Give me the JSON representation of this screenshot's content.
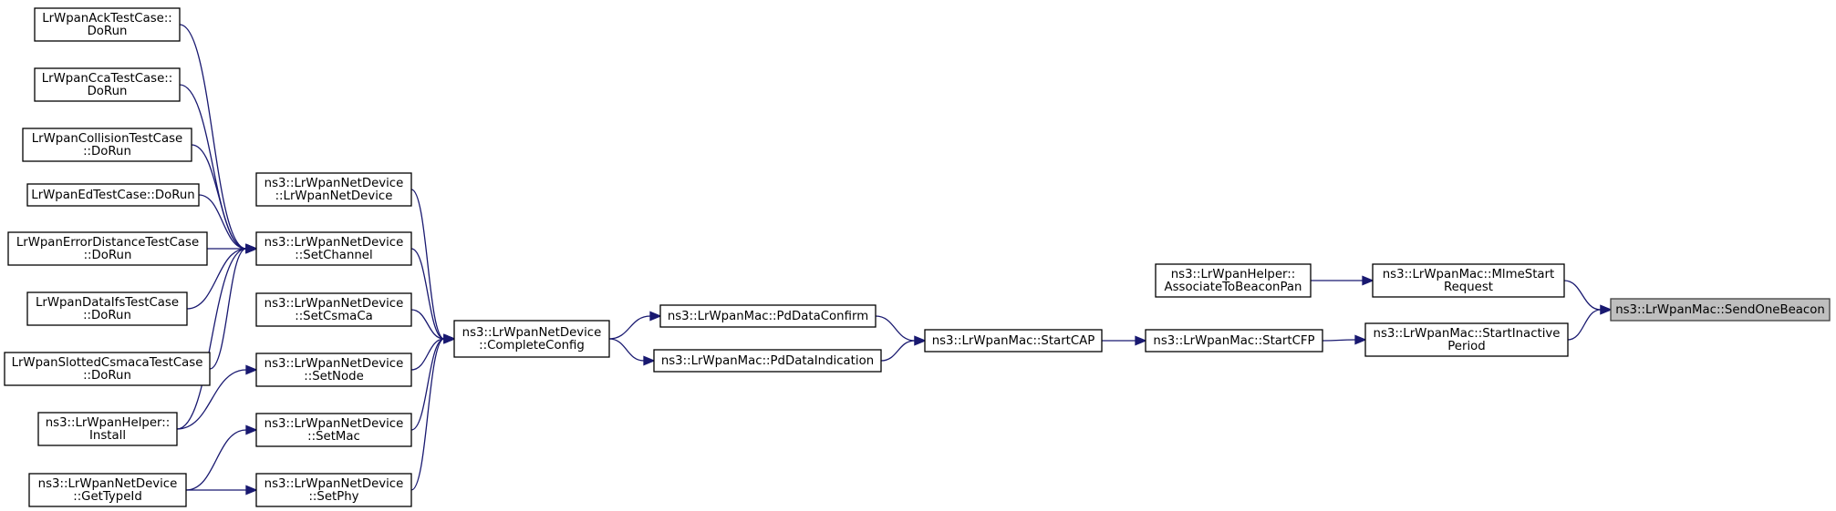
{
  "graph": {
    "nodes": [
      {
        "id": "sendonebeacon",
        "lines": [
          "ns3::LrWpanMac::SendOneBeacon"
        ],
        "root": true
      },
      {
        "id": "mlmestart",
        "lines": [
          "ns3::LrWpanMac::MlmeStart",
          "Request"
        ]
      },
      {
        "id": "startinactive",
        "lines": [
          "ns3::LrWpanMac::StartInactive",
          "Period"
        ]
      },
      {
        "id": "associate",
        "lines": [
          "ns3::LrWpanHelper::",
          "AssociateToBeaconPan"
        ]
      },
      {
        "id": "startcfp",
        "lines": [
          "ns3::LrWpanMac::StartCFP"
        ]
      },
      {
        "id": "startcap",
        "lines": [
          "ns3::LrWpanMac::StartCAP"
        ]
      },
      {
        "id": "pddataconfirm",
        "lines": [
          "ns3::LrWpanMac::PdDataConfirm"
        ]
      },
      {
        "id": "pddataindication",
        "lines": [
          "ns3::LrWpanMac::PdDataIndication"
        ]
      },
      {
        "id": "completeconfig",
        "lines": [
          "ns3::LrWpanNetDevice",
          "::CompleteConfig"
        ]
      },
      {
        "id": "ctor",
        "lines": [
          "ns3::LrWpanNetDevice",
          "::LrWpanNetDevice"
        ]
      },
      {
        "id": "setchannel",
        "lines": [
          "ns3::LrWpanNetDevice",
          "::SetChannel"
        ]
      },
      {
        "id": "setcsmaca",
        "lines": [
          "ns3::LrWpanNetDevice",
          "::SetCsmaCa"
        ]
      },
      {
        "id": "setnode",
        "lines": [
          "ns3::LrWpanNetDevice",
          "::SetNode"
        ]
      },
      {
        "id": "setmac",
        "lines": [
          "ns3::LrWpanNetDevice",
          "::SetMac"
        ]
      },
      {
        "id": "setphy",
        "lines": [
          "ns3::LrWpanNetDevice",
          "::SetPhy"
        ]
      },
      {
        "id": "acktest",
        "lines": [
          "LrWpanAckTestCase::",
          "DoRun"
        ]
      },
      {
        "id": "ccatest",
        "lines": [
          "LrWpanCcaTestCase::",
          "DoRun"
        ]
      },
      {
        "id": "collisiontest",
        "lines": [
          "LrWpanCollisionTestCase",
          "::DoRun"
        ]
      },
      {
        "id": "edtest",
        "lines": [
          "LrWpanEdTestCase::DoRun"
        ]
      },
      {
        "id": "errordisttest",
        "lines": [
          "LrWpanErrorDistanceTestCase",
          "::DoRun"
        ]
      },
      {
        "id": "dataifstest",
        "lines": [
          "LrWpanDataIfsTestCase",
          "::DoRun"
        ]
      },
      {
        "id": "slottedtest",
        "lines": [
          "LrWpanSlottedCsmacaTestCase",
          "::DoRun"
        ]
      },
      {
        "id": "helperinstall",
        "lines": [
          "ns3::LrWpanHelper::",
          "Install"
        ]
      },
      {
        "id": "gettypeid",
        "lines": [
          "ns3::LrWpanNetDevice",
          "::GetTypeId"
        ]
      }
    ],
    "edges": [
      {
        "from": "mlmestart",
        "to": "sendonebeacon"
      },
      {
        "from": "startinactive",
        "to": "sendonebeacon"
      },
      {
        "from": "associate",
        "to": "mlmestart"
      },
      {
        "from": "startcfp",
        "to": "startinactive"
      },
      {
        "from": "startcap",
        "to": "startcfp"
      },
      {
        "from": "pddataconfirm",
        "to": "startcap"
      },
      {
        "from": "pddataindication",
        "to": "startcap"
      },
      {
        "from": "completeconfig",
        "to": "pddataconfirm"
      },
      {
        "from": "completeconfig",
        "to": "pddataindication"
      },
      {
        "from": "ctor",
        "to": "completeconfig"
      },
      {
        "from": "setchannel",
        "to": "completeconfig"
      },
      {
        "from": "setcsmaca",
        "to": "completeconfig"
      },
      {
        "from": "setnode",
        "to": "completeconfig"
      },
      {
        "from": "setmac",
        "to": "completeconfig"
      },
      {
        "from": "setphy",
        "to": "completeconfig"
      },
      {
        "from": "acktest",
        "to": "setchannel"
      },
      {
        "from": "ccatest",
        "to": "setchannel"
      },
      {
        "from": "collisiontest",
        "to": "setchannel"
      },
      {
        "from": "edtest",
        "to": "setchannel"
      },
      {
        "from": "errordisttest",
        "to": "setchannel"
      },
      {
        "from": "dataifstest",
        "to": "setchannel"
      },
      {
        "from": "slottedtest",
        "to": "setchannel"
      },
      {
        "from": "helperinstall",
        "to": "setchannel"
      },
      {
        "from": "helperinstall",
        "to": "setnode"
      },
      {
        "from": "gettypeid",
        "to": "setmac"
      },
      {
        "from": "gettypeid",
        "to": "setphy"
      }
    ]
  }
}
